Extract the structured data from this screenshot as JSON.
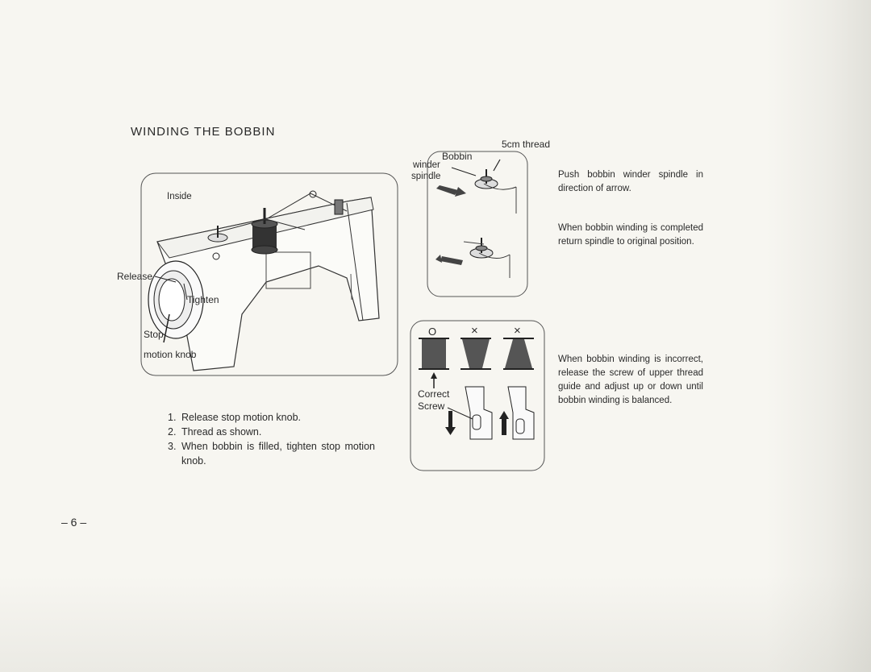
{
  "page": {
    "title": "WINDING THE BOBBIN",
    "page_number": "– 6 –"
  },
  "machine_figure": {
    "labels": {
      "inside": "Inside",
      "release": "Release",
      "tighten": "Tighten",
      "stop": "Stop",
      "motion_knob": "motion knob"
    }
  },
  "steps": [
    {
      "num": "1.",
      "text": "Release stop motion knob."
    },
    {
      "num": "2.",
      "text": "Thread as shown."
    },
    {
      "num": "3.",
      "text": "When bobbin is filled, tighten stop motion knob."
    }
  ],
  "bobbin_figure": {
    "labels": {
      "thread": "5cm thread",
      "bobbin": "Bobbin",
      "winder": "winder",
      "spindle": "spindle"
    }
  },
  "winding_figure": {
    "labels": {
      "good_mark": "O",
      "bad_mark_1": "×",
      "bad_mark_2": "×",
      "correct": "Correct",
      "screw": "Screw"
    }
  },
  "instructions": {
    "push": "Push bobbin winder spindle in direction of arrow.",
    "return": "When bobbin winding is completed return spindle to original position.",
    "adjust": "When bobbin winding is incorrect, release the screw of upper thread guide and adjust up or down until bobbin winding is balanced."
  }
}
